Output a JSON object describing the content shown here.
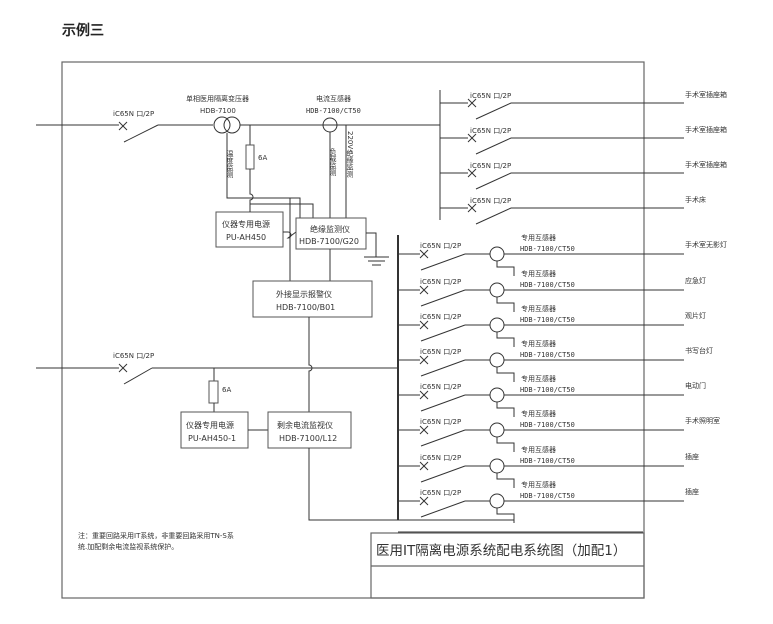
{
  "page": {
    "title": "示例三"
  },
  "breaker_label": "iC65N 口/2P",
  "main_feed": {
    "transformer_name": "单相医用隔离变压器",
    "transformer_model": "HDB-7100",
    "ct_name": "电流互感器",
    "ct_model": "HDB-7100/CT50",
    "fuse_rating": "6A",
    "temp_monitor_label": "温度监测",
    "load_monitor_label": "负载监测",
    "insulation_monitor_label": "220V绝缘监测"
  },
  "devices": {
    "power_supply_1": {
      "name": "仪器专用电源",
      "model": "PU-AH450"
    },
    "insulation_monitor": {
      "name": "绝缘监测仪",
      "model": "HDB-7100/G20"
    },
    "alarm_display": {
      "name": "外接显示报警仪",
      "model": "HDB-7100/B01"
    },
    "power_supply_2": {
      "name": "仪器专用电源",
      "model": "PU-AH450-1"
    },
    "rcm": {
      "name": "剩余电流监视仪",
      "model": "HDB-7100/L12"
    }
  },
  "second_feed": {
    "fuse_rating": "6A"
  },
  "upper_branches": [
    {
      "breaker": "iC65N 口/2P",
      "load": "手术室插座箱"
    },
    {
      "breaker": "iC65N 口/2P",
      "load": "手术室插座箱"
    },
    {
      "breaker": "iC65N 口/2P",
      "load": "手术室插座箱"
    },
    {
      "breaker": "iC65N 口/2P",
      "load": "手术床"
    }
  ],
  "ct_branch_name": "专用互感器",
  "ct_branch_model": "HDB-7100/CT50",
  "lower_branches": [
    {
      "breaker": "iC65N 口/2P",
      "ct_name": "专用互感器",
      "ct_model": "HDB-7100/CT50",
      "load": "手术室无影灯"
    },
    {
      "breaker": "iC65N 口/2P",
      "ct_name": "专用互感器",
      "ct_model": "HDB-7100/CT50",
      "load": "应急灯"
    },
    {
      "breaker": "iC65N 口/2P",
      "ct_name": "专用互感器",
      "ct_model": "HDB-7100/CT50",
      "load": "观片灯"
    },
    {
      "breaker": "iC65N 口/2P",
      "ct_name": "专用互感器",
      "ct_model": "HDB-7100/CT50",
      "load": "书写台灯"
    },
    {
      "breaker": "iC65N 口/2P",
      "ct_name": "专用互感器",
      "ct_model": "HDB-7100/CT50",
      "load": "电动门"
    },
    {
      "breaker": "iC65N 口/2P",
      "ct_name": "专用互感器",
      "ct_model": "HDB-7100/CT50",
      "load": "手术照明室"
    },
    {
      "breaker": "iC65N 口/2P",
      "ct_name": "专用互感器",
      "ct_model": "HDB-7100/CT50",
      "load": "插座"
    },
    {
      "breaker": "iC65N 口/2P",
      "ct_name": "专用互感器",
      "ct_model": "HDB-7100/CT50",
      "load": "插座"
    }
  ],
  "note": {
    "line1": "注：重要回路采用IT系统，非重要回路采用TN-S系",
    "line2": "统.加配剩余电流监视系统保护。"
  },
  "title_block": {
    "title": "医用IT隔离电源系统配电系统图（加配1）"
  }
}
